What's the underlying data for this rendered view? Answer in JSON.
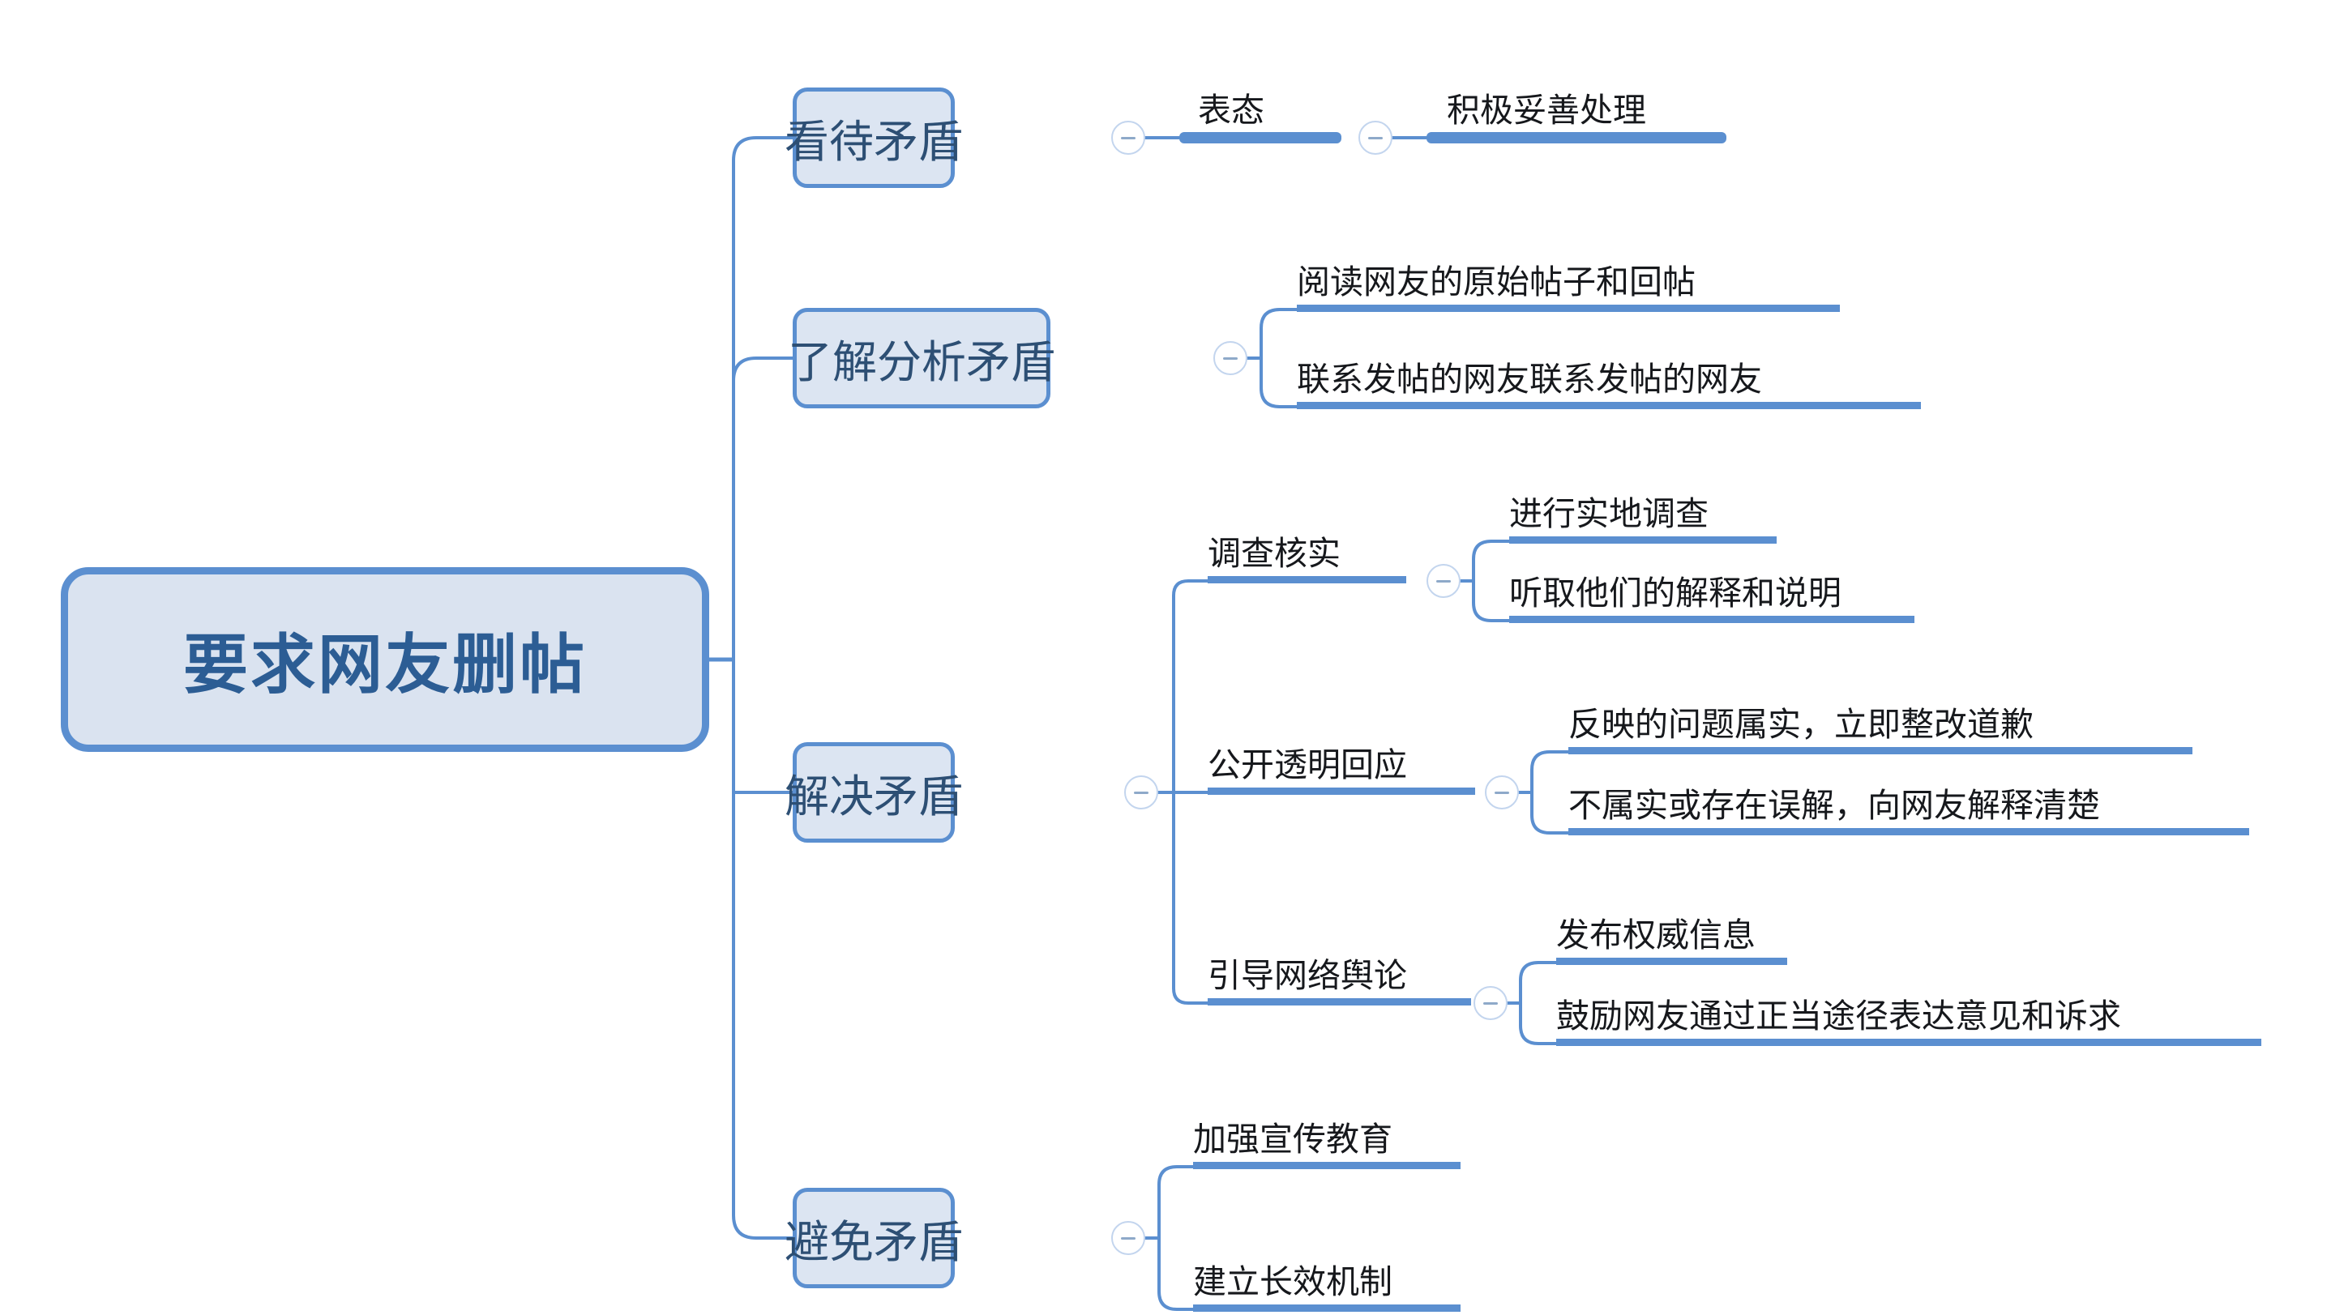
{
  "diagram": {
    "type": "mind-map",
    "title": "要求网友删帖",
    "orientation": "left-to-right",
    "theme": {
      "node_fill": "#dce5f2",
      "node_border": "#5b8fd0",
      "root_fill": "#dae3f0",
      "root_border": "#5b8fd0",
      "root_text": "#2c5d94",
      "branch_text": "#2d4f74",
      "leaf_text": "#16181c",
      "connector": "#5b8fd0",
      "toggle_border": "#c3d5ee",
      "background": "#ffffff"
    },
    "root": {
      "label": "要求网友删帖"
    },
    "branches": [
      {
        "label": "看待矛盾",
        "toggle": "collapse-toggle",
        "children": [
          {
            "label": "表态",
            "toggle": "collapse-toggle",
            "children": [
              {
                "label": "积极妥善处理"
              }
            ]
          }
        ]
      },
      {
        "label": "了解分析矛盾",
        "toggle": "collapse-toggle",
        "children": [
          {
            "label": "阅读网友的原始帖子和回帖"
          },
          {
            "label": "联系发帖的网友联系发帖的网友"
          }
        ]
      },
      {
        "label": "解决矛盾",
        "toggle": "collapse-toggle",
        "children": [
          {
            "label": "调查核实",
            "toggle": "collapse-toggle",
            "children": [
              {
                "label": "进行实地调查"
              },
              {
                "label": "听取他们的解释和说明"
              }
            ]
          },
          {
            "label": "公开透明回应",
            "toggle": "collapse-toggle",
            "children": [
              {
                "label": "反映的问题属实，立即整改道歉"
              },
              {
                "label": "不属实或存在误解，向网友解释清楚"
              }
            ]
          },
          {
            "label": "引导网络舆论",
            "toggle": "collapse-toggle",
            "children": [
              {
                "label": "发布权威信息"
              },
              {
                "label": "鼓励网友通过正当途径表达意见和诉求"
              }
            ]
          }
        ]
      },
      {
        "label": "避免矛盾",
        "toggle": "collapse-toggle",
        "children": [
          {
            "label": "加强宣传教育"
          },
          {
            "label": "建立长效机制"
          }
        ]
      }
    ]
  }
}
